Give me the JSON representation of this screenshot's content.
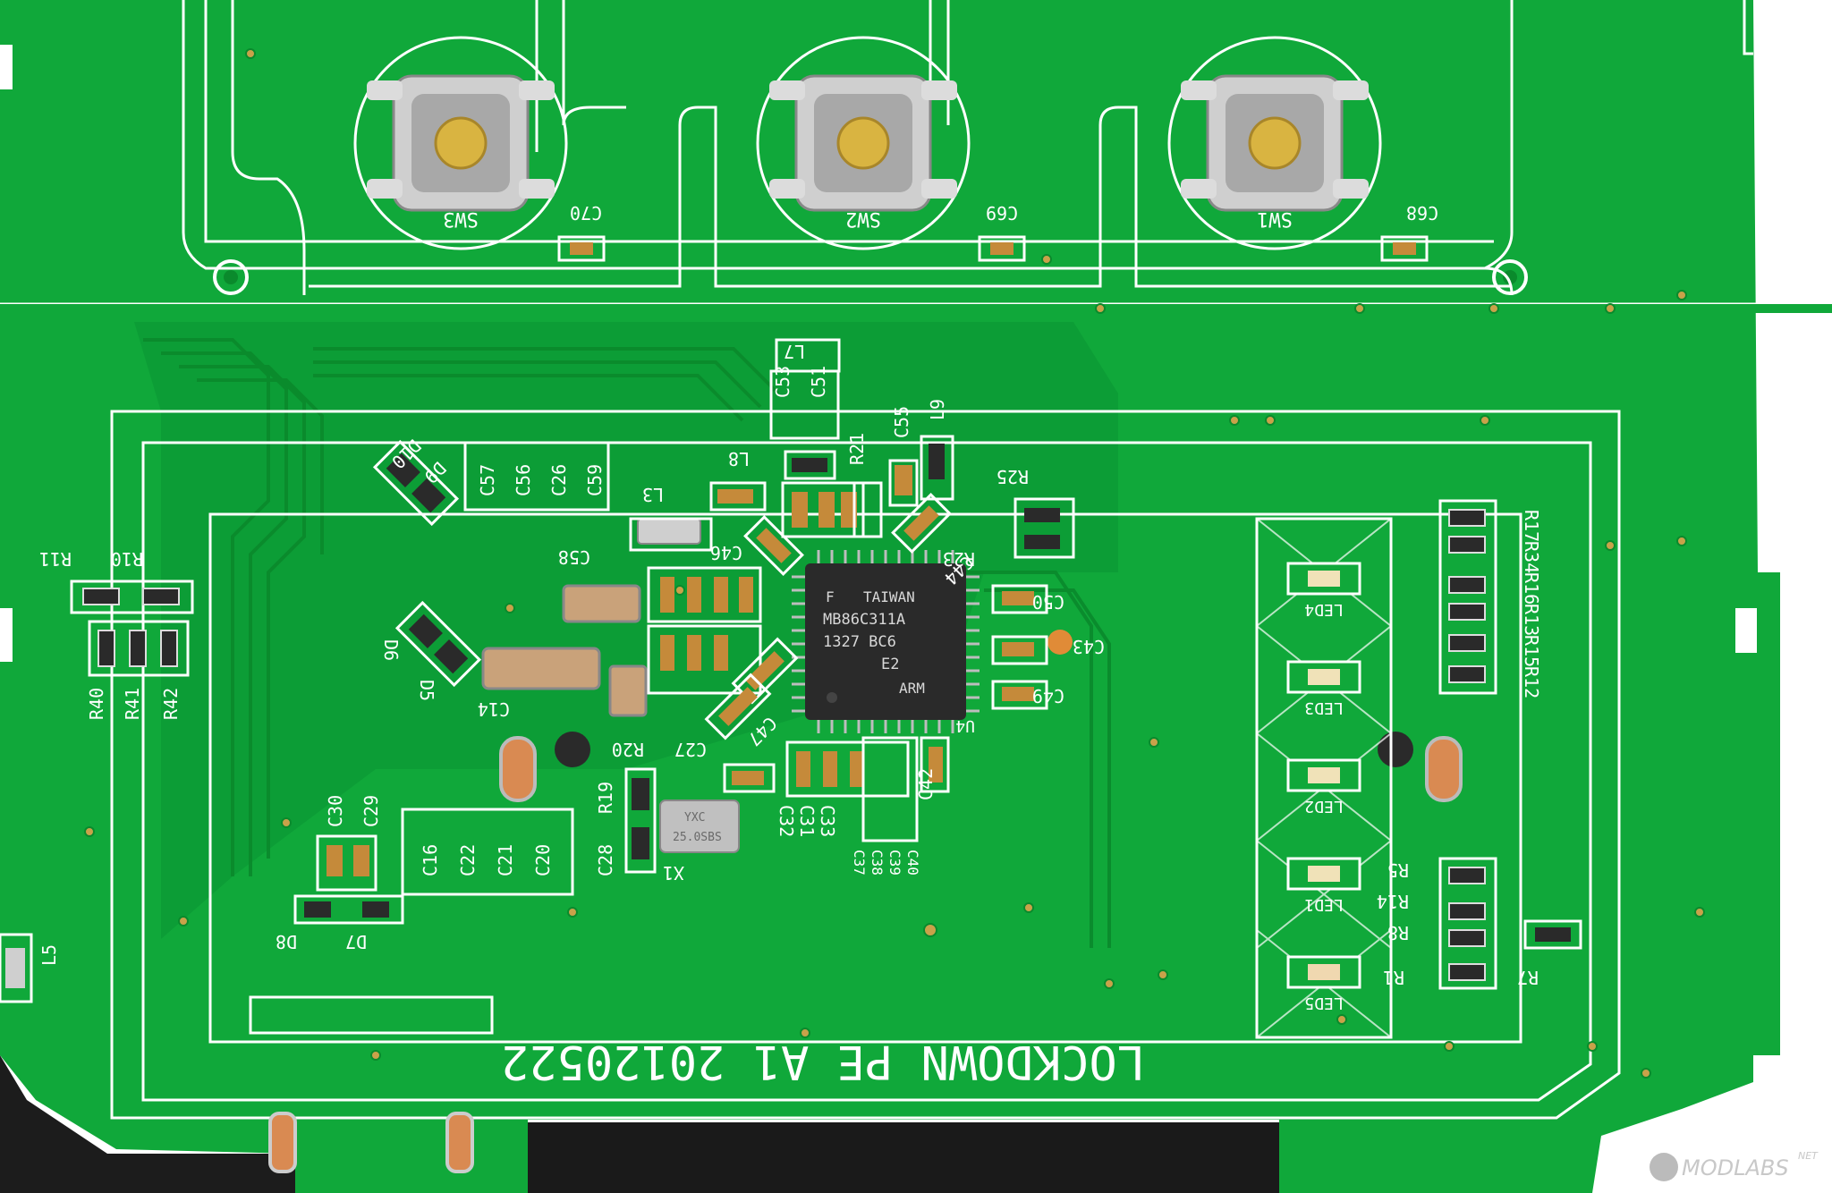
{
  "image": {
    "description": "Close-up photo of a green printed circuit board with three tactile switches, a QFP controller chip, crystal oscillator, LEDs and SMD passives",
    "colors": {
      "board": "#10a83a",
      "board_dark": "#0a8a2c",
      "silkscreen": "#ffffff",
      "chip": "#2a2a2a",
      "background": "#ffffff"
    }
  },
  "board": {
    "title": "LOCKDOWN PE A1 20120522",
    "switches": [
      "SW3",
      "SW2",
      "SW1"
    ],
    "switch_caps": [
      "C70",
      "C69",
      "C68"
    ],
    "chip": {
      "lines": [
        "TAIWAN",
        "MB86C311A",
        "1327 BC6",
        "E2",
        "ARM"
      ],
      "ref": "U4"
    },
    "crystal": {
      "marking": "YXC 25.0SBS",
      "ref": "X1"
    },
    "leds": [
      "LED4",
      "LED3",
      "LED2",
      "LED1",
      "LED5"
    ],
    "labels": {
      "l7": "L7",
      "c53": "C53",
      "c51": "C51",
      "c55": "C55",
      "l9": "L9",
      "l8": "L8",
      "r21": "R21",
      "d10": "D10",
      "d9": "D9",
      "c57": "C57",
      "c56": "C56",
      "c26": "C26",
      "c59": "C59",
      "l3": "L3",
      "c46": "C46",
      "c58": "C58",
      "c44": "C44",
      "r23": "R23",
      "r25": "R25",
      "c50": "C50",
      "c43": "C43",
      "c49": "C49",
      "r11": "R11",
      "r10": "R10",
      "r40": "R40",
      "r41": "R41",
      "r42": "R42",
      "d6": "D6",
      "d5": "D5",
      "c14": "C14",
      "c47": "C47",
      "c27": "C27",
      "r20": "R20",
      "c30": "C30",
      "c29": "C29",
      "r19": "R19",
      "c28": "C28",
      "c16": "C16",
      "c22": "C22",
      "c21": "C21",
      "c20": "C20",
      "c32": "C32",
      "c31": "C31",
      "c33": "C33",
      "c42": "C42",
      "c37": "C37",
      "c38": "C38",
      "c39": "C39",
      "c40": "C40",
      "d8": "D8",
      "d7": "D7",
      "l5": "L5",
      "r17": "R17",
      "r34": "R34",
      "r16": "R16",
      "r13": "R13",
      "r15": "R15",
      "r12": "R12",
      "r5": "R5",
      "r14": "R14",
      "r8": "R8",
      "r1": "R1",
      "r7": "R7"
    }
  },
  "watermark": {
    "text": "MODLABS",
    "suffix": "NET"
  }
}
